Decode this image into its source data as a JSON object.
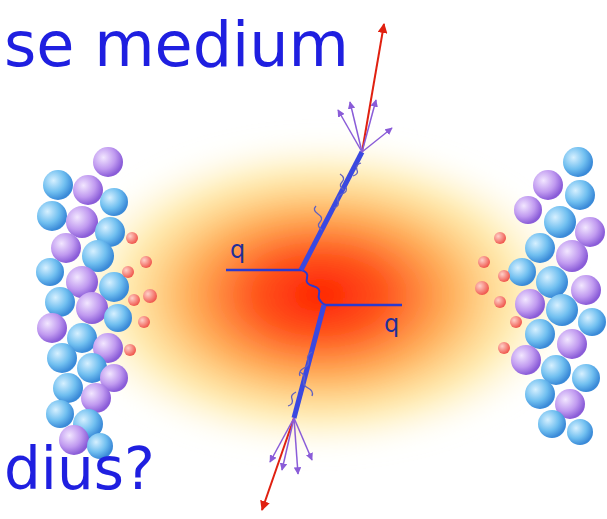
{
  "diagram": {
    "labels": [
      "se medium",
      "q",
      "q",
      "dius?"
    ]
  }
}
